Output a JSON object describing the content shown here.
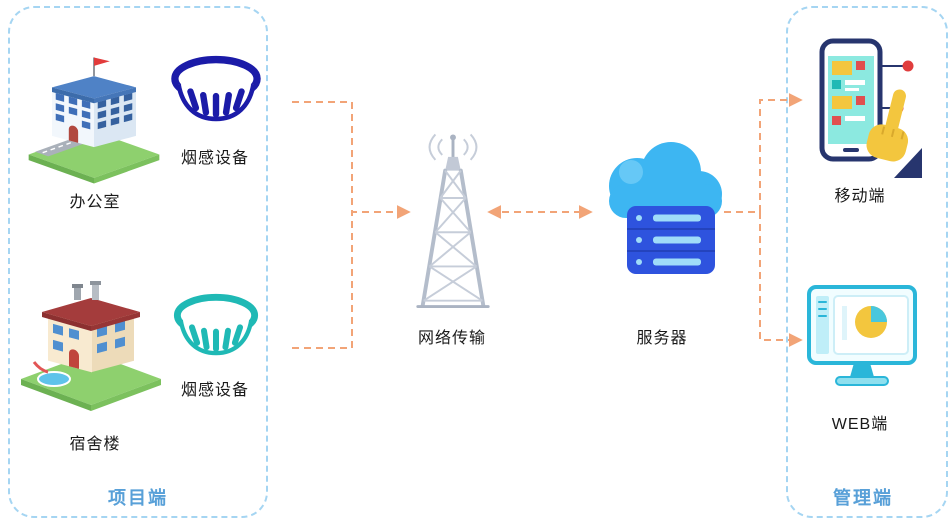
{
  "left_panel": {
    "label": "项目端",
    "office": {
      "label": "办公室"
    },
    "office_sensor": {
      "label": "烟感设备"
    },
    "dormitory": {
      "label": "宿舍楼"
    },
    "dorm_sensor": {
      "label": "烟感设备"
    }
  },
  "middle": {
    "network": {
      "label": "网络传输"
    },
    "server": {
      "label": "服务器"
    }
  },
  "right_panel": {
    "label": "管理端",
    "mobile": {
      "label": "移动端"
    },
    "web": {
      "label": "WEB端"
    }
  },
  "icons": [
    "office-building-icon",
    "smoke-detector-dark-icon",
    "dormitory-building-icon",
    "smoke-detector-teal-icon",
    "signal-tower-icon",
    "cloud-server-icon",
    "mobile-phone-hand-icon",
    "web-monitor-icon"
  ],
  "colors": {
    "panel_border": "#a5d5f2",
    "panel_label": "#58a0d8",
    "arrow": "#f2a477",
    "sensor_dark": "#1b1ba8",
    "sensor_teal": "#1fb9b5",
    "cloud": "#3db6f2",
    "server_box": "#2e53de",
    "background": "#ffffff"
  }
}
